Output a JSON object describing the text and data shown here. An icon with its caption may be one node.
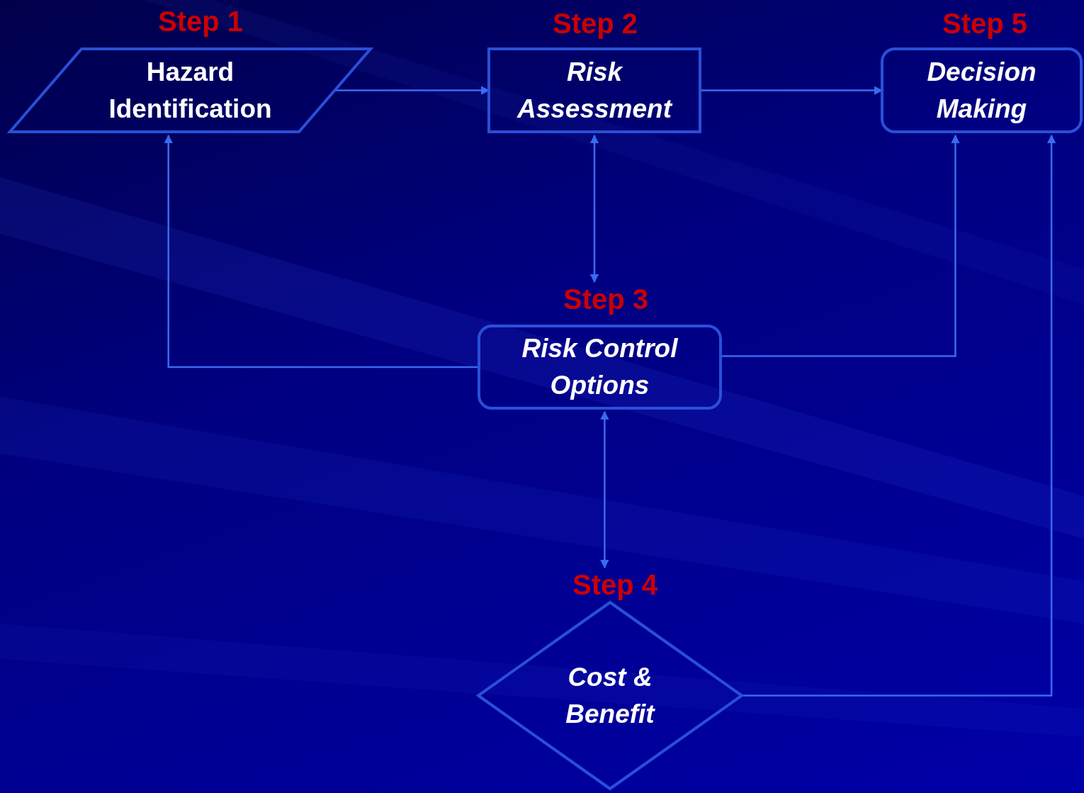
{
  "diagram": {
    "nodes": [
      {
        "text": [
          "Step 1",
          "Hazard Identification"
        ]
      },
      {
        "text": [
          "Step 2",
          "Risk Assessment"
        ]
      },
      {
        "text": [
          "Step 5",
          "Decision Making"
        ]
      },
      {
        "text": [
          "Step 3",
          "Risk Control Options"
        ]
      },
      {
        "text": [
          "Step 4",
          "Cost & Benefit"
        ]
      }
    ],
    "edges": [
      {
        "from": 0,
        "to": 1,
        "arrow": "to"
      },
      {
        "from": 1,
        "to": 2,
        "arrow": "to"
      },
      {
        "from": 1,
        "to": 3,
        "arrow": "both"
      },
      {
        "from": 3,
        "to": 0,
        "arrow": "to"
      },
      {
        "from": 3,
        "to": 2,
        "arrow": "to"
      },
      {
        "from": 3,
        "to": 4,
        "arrow": "both"
      },
      {
        "from": 4,
        "to": 2,
        "arrow": "to"
      }
    ]
  }
}
